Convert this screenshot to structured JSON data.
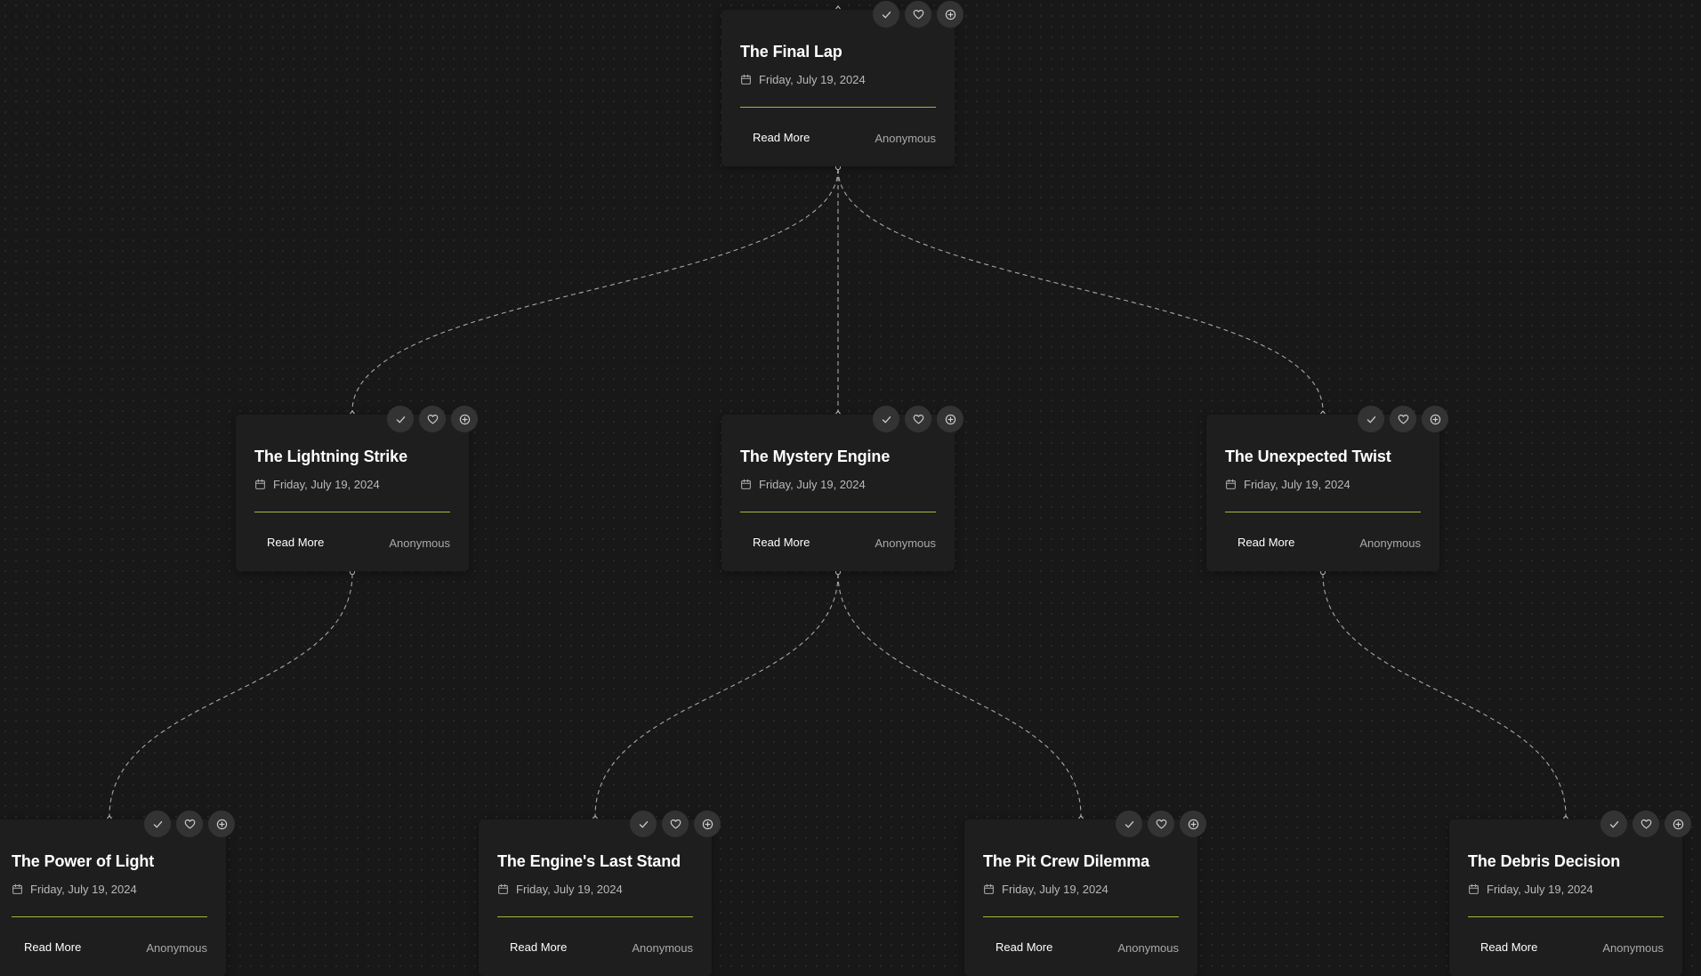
{
  "icons": {
    "check": "check-icon",
    "favorite": "heart-icon",
    "add": "plus-circle-icon",
    "date": "calendar-icon"
  },
  "colors": {
    "background": "#181818",
    "card": "#1e1e1e",
    "divider_accent": "#a8b43c",
    "edge": "#9a9a9a"
  },
  "nodes": [
    {
      "id": "final-lap",
      "title": "The Final Lap",
      "date": "Friday, July 19, 2024",
      "read_more": "Read More",
      "author": "Anonymous"
    },
    {
      "id": "lightning-strike",
      "title": "The Lightning Strike",
      "date": "Friday, July 19, 2024",
      "read_more": "Read More",
      "author": "Anonymous"
    },
    {
      "id": "mystery-engine",
      "title": "The Mystery Engine",
      "date": "Friday, July 19, 2024",
      "read_more": "Read More",
      "author": "Anonymous"
    },
    {
      "id": "unexpected-twist",
      "title": "The Unexpected Twist",
      "date": "Friday, July 19, 2024",
      "read_more": "Read More",
      "author": "Anonymous"
    },
    {
      "id": "power-of-light",
      "title": "The Power of Light",
      "date": "Friday, July 19, 2024",
      "read_more": "Read More",
      "author": "Anonymous"
    },
    {
      "id": "engines-last-stand",
      "title": "The Engine's Last Stand",
      "date": "Friday, July 19, 2024",
      "read_more": "Read More",
      "author": "Anonymous"
    },
    {
      "id": "pit-crew-dilemma",
      "title": "The Pit Crew Dilemma",
      "date": "Friday, July 19, 2024",
      "read_more": "Read More",
      "author": "Anonymous"
    },
    {
      "id": "debris-decision",
      "title": "The Debris Decision",
      "date": "Friday, July 19, 2024",
      "read_more": "Read More",
      "author": "Anonymous"
    }
  ],
  "edges": [
    {
      "from": "final-lap",
      "to": "lightning-strike"
    },
    {
      "from": "final-lap",
      "to": "mystery-engine"
    },
    {
      "from": "final-lap",
      "to": "unexpected-twist"
    },
    {
      "from": "lightning-strike",
      "to": "power-of-light"
    },
    {
      "from": "mystery-engine",
      "to": "engines-last-stand"
    },
    {
      "from": "mystery-engine",
      "to": "pit-crew-dilemma"
    },
    {
      "from": "unexpected-twist",
      "to": "debris-decision"
    }
  ]
}
